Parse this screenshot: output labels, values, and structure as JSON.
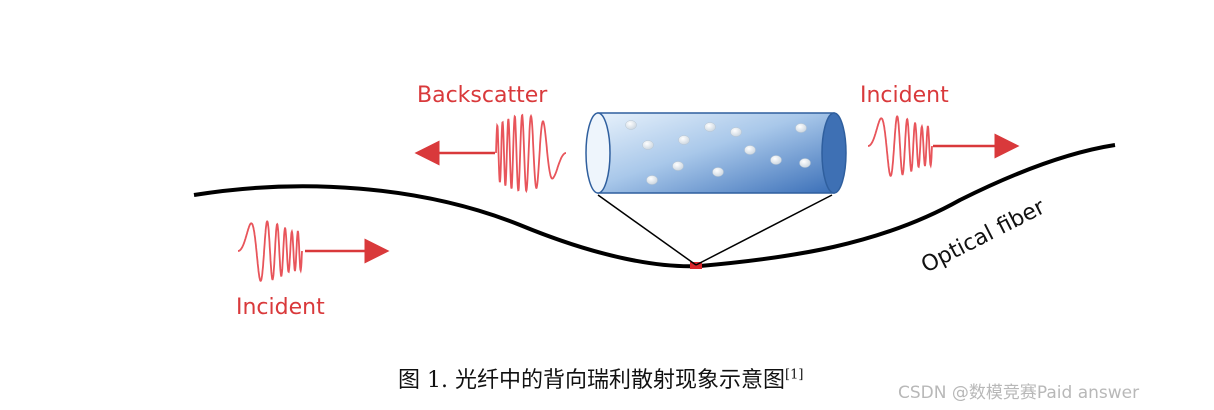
{
  "diagram": {
    "labels": {
      "backscatter": "Backscatter",
      "incident_top": "Incident",
      "incident_bottom": "Incident",
      "fiber": "Optical fiber"
    }
  },
  "caption": {
    "prefix": "图 1.",
    "text": "光纤中的背向瑞利散射现象示意图",
    "citation": "[1]"
  },
  "watermark": "CSDN @数模竞赛Paid answer",
  "colors": {
    "wave": "#e8555b",
    "arrow": "#d9393b",
    "fiber": "#000000",
    "cylinder": "#4a7fc4",
    "scatter_point": "#d9262b"
  }
}
